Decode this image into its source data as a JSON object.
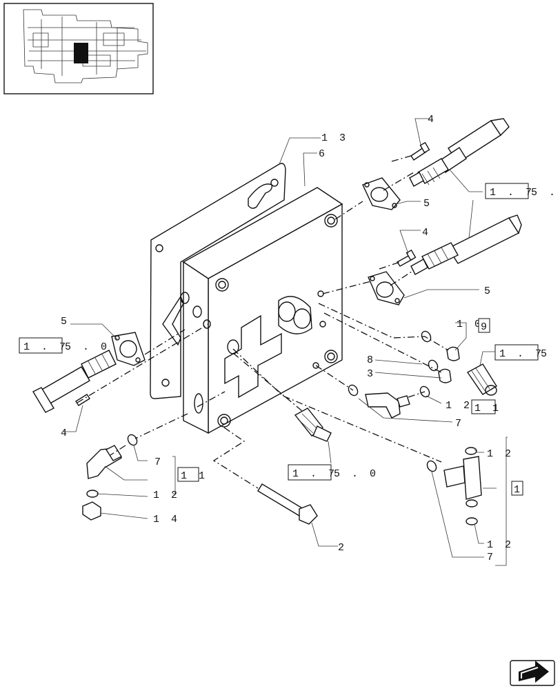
{
  "diagram": {
    "callouts": {
      "c13": "1 3",
      "c6": "6",
      "c4a": "4",
      "c5a": "5",
      "c4b": "4",
      "c5b": "5",
      "c5c": "5",
      "c4c": "4",
      "c10": "1 0",
      "c8": "8",
      "c3": "3",
      "c12a": "1 2",
      "c7a": "7",
      "c7b": "7",
      "c12b": "1 2",
      "c14": "1 4",
      "c2": "2",
      "c12c": "1 2",
      "c12d": "1 2",
      "c7c": "7"
    },
    "refs": {
      "r175a": {
        "box": "1 . 7",
        "tail": "5 ."
      },
      "r175b": {
        "box": "1 . 7",
        "tail": "5 . 0"
      },
      "r175c": {
        "box": "1 . 7",
        "tail": "5 ."
      },
      "r175d": {
        "box": "1 . 7",
        "tail": "5 . 0"
      },
      "r9": {
        "box": "9"
      },
      "r11a": {
        "box": "1 1"
      },
      "r11b": {
        "box": "1 1"
      },
      "r1": {
        "box": "1"
      }
    }
  }
}
